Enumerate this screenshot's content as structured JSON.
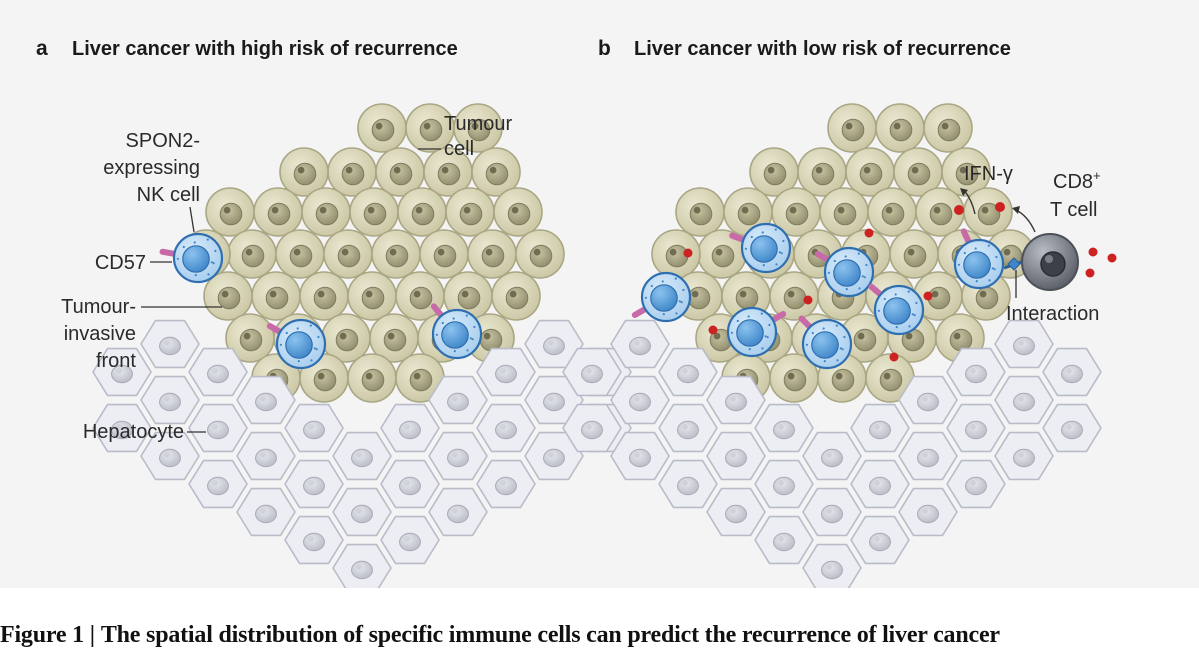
{
  "panel_a": {
    "letter": "a",
    "title": "Liver cancer with high risk of recurrence",
    "labels": {
      "tumour_cell": [
        "Tumour",
        "cell"
      ],
      "nk_cell": [
        "SPON2-",
        "expressing",
        "NK cell"
      ],
      "cd57": "CD57",
      "invasive_front": [
        "Tumour-",
        "invasive",
        "front"
      ],
      "hepatocyte": "Hepatocyte"
    }
  },
  "panel_b": {
    "letter": "b",
    "title": "Liver cancer with low risk of recurrence",
    "labels": {
      "ifn": "IFN-γ",
      "cd8_main": "CD8",
      "cd8_sup": "+",
      "t_cell": "T cell",
      "interaction": "Interaction"
    }
  },
  "caption": {
    "label": "Figure 1 |",
    "text": "The spatial distribution of specific immune cells can predict the recurrence of liver cancer"
  },
  "colors": {
    "figure_background": "#f4f4f4",
    "tumour_cell": "#d9d6b8",
    "hepatocyte": "#eceef4",
    "nk_cell": "#5aa2dc",
    "cd57_receptor": "#c86aa8",
    "ifn_gamma": "#cc2222",
    "cd8_t_cell": "#6e737c"
  },
  "icons": [
    "tumour-cell-icon",
    "hepatocyte-icon",
    "nk-cell-icon",
    "cd8-t-cell-icon",
    "ifn-gamma-dot-icon"
  ]
}
